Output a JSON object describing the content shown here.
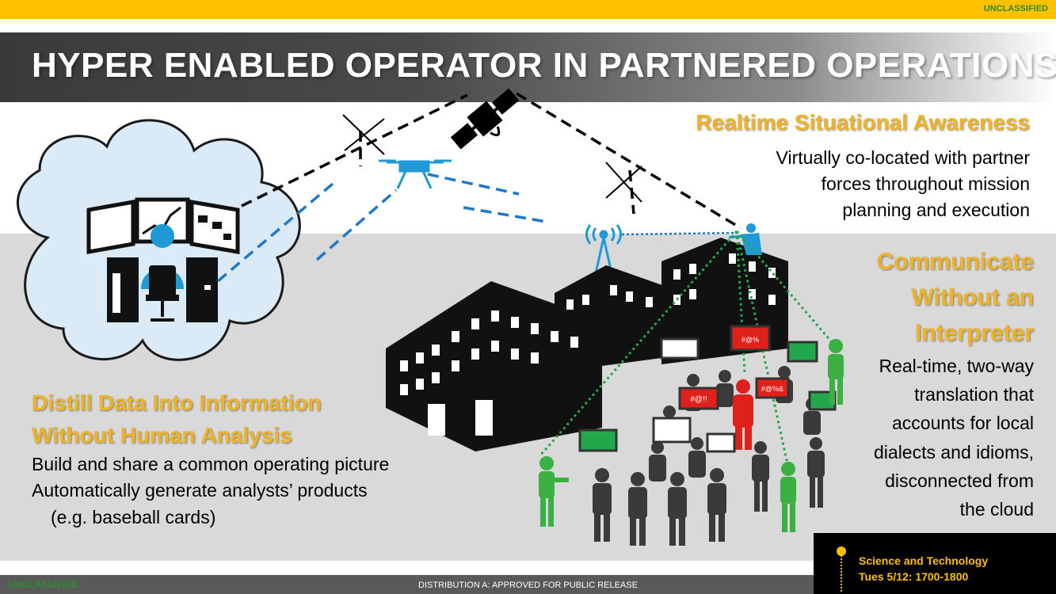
{
  "classification_top": "UNCLASSIFIED",
  "classification_bottom": "UNCLASSIFIED",
  "title": "HYPER ENABLED OPERATOR IN PARTNERED OPERATIONS",
  "sections": {
    "awareness": {
      "heading": "Realtime Situational Awareness",
      "lines": [
        "Virtually co-located with partner",
        "forces throughout mission",
        "planning and execution"
      ]
    },
    "communicate": {
      "heading_lines": [
        "Communicate",
        "Without an",
        "Interpreter"
      ],
      "lines": [
        "Real-time, two-way",
        "translation that",
        "accounts for local",
        "dialects and idioms,",
        "disconnected from",
        "the cloud"
      ]
    },
    "distill": {
      "heading_lines": [
        "Distill Data Into Information",
        "Without Human Analysis"
      ],
      "lines": [
        "Build and share a common operating picture",
        "Automatically generate analysts’ products",
        "(e.g. baseball cards)"
      ]
    }
  },
  "sign_texts": [
    "#@%",
    "#@!!",
    "#@%&"
  ],
  "footer": {
    "distribution": "DISTRIBUTION A: APPROVED FOR PUBLIC RELEASE",
    "event_line1": "Science and Technology",
    "event_line2": "Tues 5/12: 1700-1800"
  },
  "colors": {
    "gold": "#ffc000",
    "heading_gold": "#f0b323",
    "link_blue": "#1f78c8",
    "partner_green": "#3cb043",
    "crowd_gray": "#3a3a3a",
    "agitator_red": "#e0201b",
    "cloud_fill": "#dbeaf7"
  },
  "icons": [
    "satellite-icon",
    "drone-icon",
    "cell-tower-icon",
    "cloud-icon",
    "operator-workstation-icon",
    "buildings-icon",
    "crowd-icon",
    "partner-soldier-icon",
    "sniper-icon"
  ]
}
